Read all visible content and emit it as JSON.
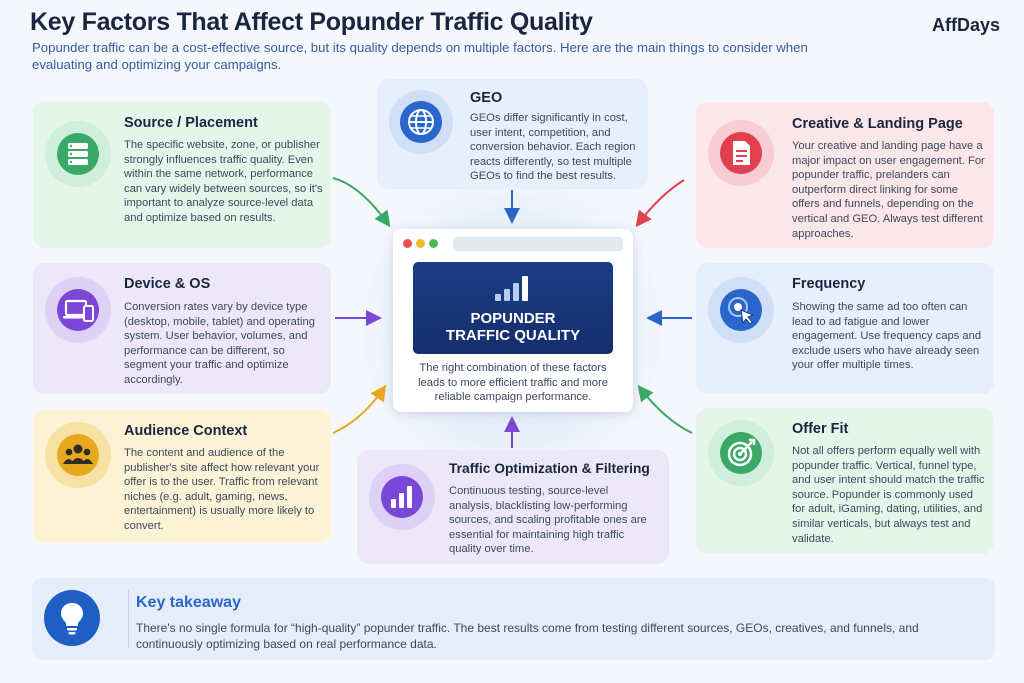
{
  "header": {
    "title": "Key Factors That Affect Popunder Traffic Quality",
    "brand": "AffDays",
    "subtitle": "Popunder traffic can be a cost-effective source, but its quality depends on multiple factors. Here are the main things to consider when evaluating and optimizing your campaigns."
  },
  "center": {
    "label_line1": "POPUNDER",
    "label_line2": "TRAFFIC QUALITY",
    "description": "The right combination of these factors leads to more efficient traffic and more reliable campaign performance."
  },
  "factors": [
    {
      "title": "Source / Placement",
      "icon": "server-icon",
      "color": "#3aa867",
      "text": "The specific website, zone, or publisher strongly influences traffic quality. Even within the same network, performance can vary widely between sources, so it's important to analyze source-level data and optimize based on results."
    },
    {
      "title": "GEO",
      "icon": "globe-icon",
      "color": "#2a66cc",
      "text": "GEOs differ significantly in cost, user intent, competition, and conversion behavior. Each region reacts differently, so test multiple GEOs to find the best results."
    },
    {
      "title": "Creative & Landing Page",
      "icon": "document-icon",
      "color": "#e0404f",
      "text": "Your creative and landing page have a major impact on user engagement. For popunder traffic, prelanders can outperform direct linking for some offers and funnels, depending on the vertical and GEO. Always test different approaches."
    },
    {
      "title": "Device & OS",
      "icon": "devices-icon",
      "color": "#7b47d6",
      "text": "Conversion rates vary by device type (desktop, mobile, tablet) and operating system. User behavior, volumes, and performance can be different, so segment your traffic and optimize accordingly."
    },
    {
      "title": "Frequency",
      "icon": "cursor-target-icon",
      "color": "#2a66cc",
      "text": "Showing the same ad too often can lead to ad fatigue and lower engagement. Use frequency caps and exclude users who have already seen your offer multiple times."
    },
    {
      "title": "Audience Context",
      "icon": "users-icon",
      "color": "#e6a81e",
      "text": "The content and audience of the publisher's site affect how relevant your offer is to the user. Traffic from relevant niches (e.g. adult, gaming, news, entertainment) is usually more likely to convert."
    },
    {
      "title": "Traffic Optimization & Filtering",
      "icon": "bar-chart-icon",
      "color": "#7b47d6",
      "text": "Continuous testing, source-level analysis, blacklisting low-performing sources, and scaling profitable ones are essential for maintaining high traffic quality over time."
    },
    {
      "title": "Offer Fit",
      "icon": "target-icon",
      "color": "#3aa867",
      "text": "Not all offers perform equally well with popunder traffic. Vertical, funnel type, and user intent should match the traffic source. Popunder is commonly used for adult, iGaming, dating, utilities, and similar verticals, but always test and validate."
    }
  ],
  "takeaway": {
    "title": "Key takeaway",
    "icon": "lightbulb-icon",
    "text": "There's no single formula for “high-quality” popunder traffic. The best results come from testing different sources, GEOs, creatives, and funnels, and continuously optimizing based on real performance data."
  }
}
